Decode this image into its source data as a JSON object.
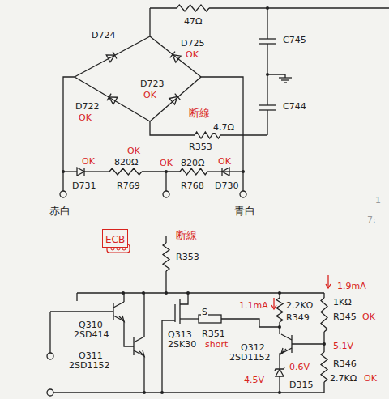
{
  "diagram": {
    "nodes": [
      {
        "text": [
          "ECB"
        ]
      }
    ],
    "labels": [
      "47Ω",
      "D724",
      "D725",
      "OK",
      "C745",
      "D722",
      "OK",
      "D723",
      "OK",
      "C744",
      "断線",
      "4.7Ω",
      "R353",
      "OK",
      "OK",
      "820Ω",
      "OK",
      "820Ω",
      "OK",
      "D731",
      "R769",
      "R768",
      "D730",
      "赤白",
      "青白",
      "1",
      "7:",
      "断線",
      "R353",
      "1.9mA",
      "1.1mA",
      "2.2KΩ",
      "R349",
      "1KΩ",
      "R345",
      "OK",
      "S",
      "Q310",
      "2SD414",
      "Q313",
      "R351",
      "short",
      "Q312",
      "5.1V",
      "2SK30",
      "Q311",
      "2SD1152",
      "2SD1152",
      "0.6V",
      "R346",
      "4.5V",
      "D315",
      "2.7KΩ",
      "OK"
    ]
  }
}
